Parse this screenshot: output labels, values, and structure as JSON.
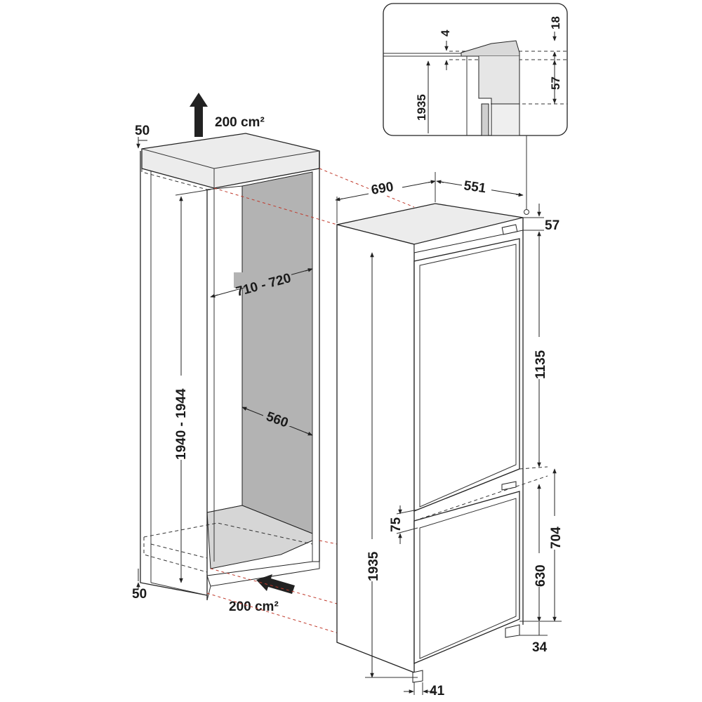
{
  "niche": {
    "top_gap_label": "50",
    "top_vent_label": "200 cm²",
    "height_label": "1940 - 1944",
    "width_label": "710 - 720",
    "depth_label": "560",
    "bottom_gap_label": "50",
    "bottom_vent_label": "200 cm²"
  },
  "appliance": {
    "depth_label": "690",
    "width_label": "551",
    "top_gap_label": "57",
    "upper_door_label": "1135",
    "door_gap_label": "75",
    "lower_section_label": "704",
    "lower_door_label": "630",
    "base_label": "34",
    "total_height_label": "1935",
    "foot_label": "41"
  },
  "detail": {
    "gap_label": "4",
    "top_label": "18",
    "height_label": "1935",
    "bracket_label": "57"
  }
}
